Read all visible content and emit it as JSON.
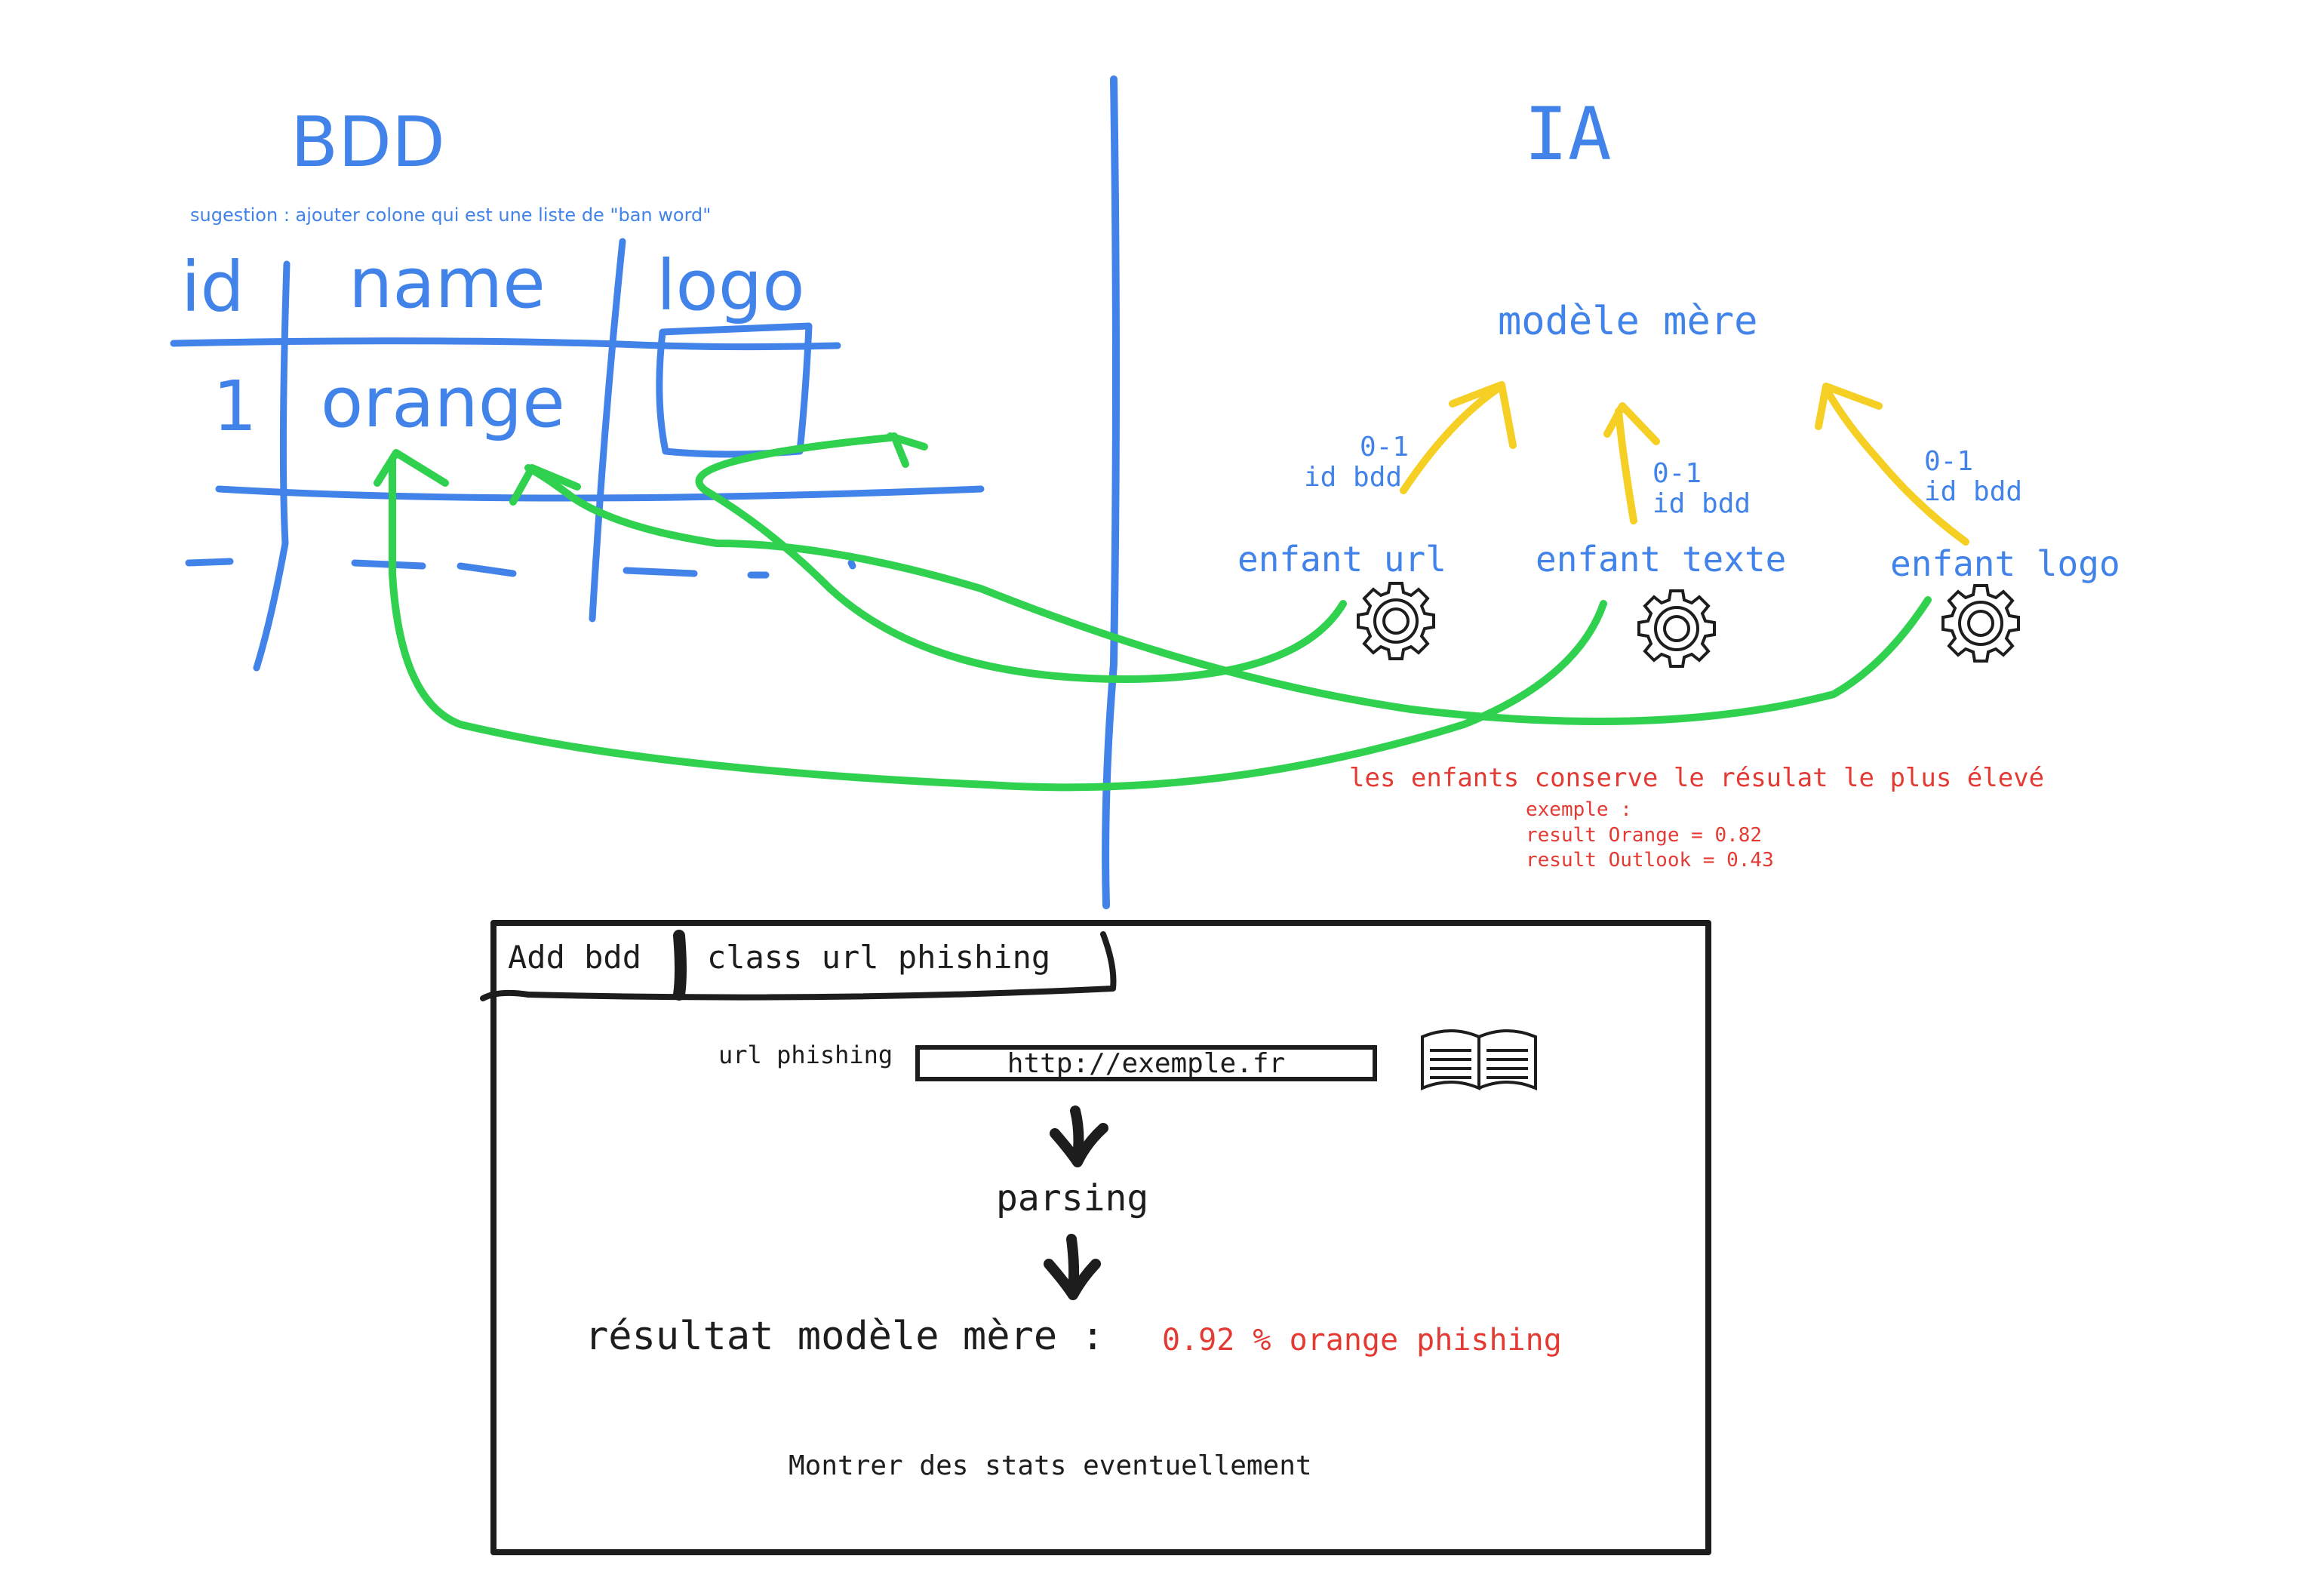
{
  "bdd": {
    "title": "BDD",
    "suggestion": "sugestion : ajouter colone qui est une liste  de  \"ban word\"",
    "columns": [
      "id",
      "name",
      "logo"
    ],
    "row": {
      "id": "1",
      "name": "orange"
    }
  },
  "ia": {
    "title": "IA",
    "parent_model": "modèle mère",
    "children": [
      {
        "label": "enfant url",
        "score": "0-1",
        "ref": "id bdd"
      },
      {
        "label": "enfant texte",
        "score": "0-1",
        "ref": "id bdd"
      },
      {
        "label": "enfant logo",
        "score": "0-1",
        "ref": "id bdd"
      }
    ],
    "note": "les enfants conserve le résulat le plus élevé",
    "example_label": "exemple :",
    "example_lines": [
      "result Orange = 0.82",
      "result Outlook = 0.43"
    ]
  },
  "app": {
    "tabs": [
      "Add bdd",
      "class url phishing"
    ],
    "url_label": "url phishing",
    "url_value": "http://exemple.fr",
    "step": "parsing",
    "result_label": "résultat modèle mère :",
    "result_value": "0.92 % orange phishing",
    "stats": "Montrer des stats eventuellement"
  },
  "colors": {
    "blue": "#4183e8",
    "green": "#2fd14f",
    "yellow": "#f5cf23",
    "red": "#e33b34",
    "black": "#1d1d1d"
  },
  "icons": [
    "gear-icon",
    "gear-icon",
    "gear-icon",
    "book-icon",
    "arrow-down-icon",
    "arrow-down-icon"
  ]
}
